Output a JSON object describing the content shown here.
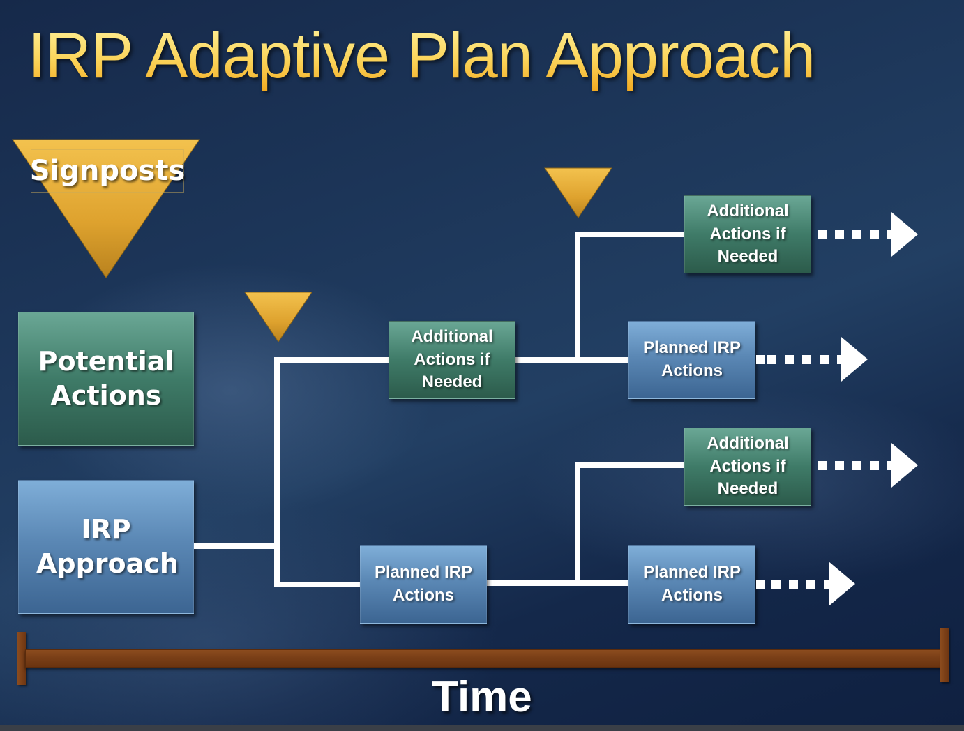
{
  "slide": {
    "title": "IRP Adaptive Plan Approach",
    "colors": {
      "title_gold": "#f7c948",
      "signpost_gold": "#e0a830",
      "green_box": "#3f7b68",
      "blue_box": "#5b88b5",
      "timeline_brown": "#7a3f17",
      "background": "#1c3558"
    }
  },
  "legend": {
    "signposts_label": "Signposts",
    "potential_actions_label": "Potential Actions",
    "irp_approach_label": "IRP Approach"
  },
  "nodes": {
    "additional_mid": "Additional Actions if Needed",
    "planned_mid": "Planned IRP Actions",
    "additional_top": "Additional Actions if Needed",
    "planned_upper": "Planned IRP Actions",
    "additional_lower": "Additional Actions if Needed",
    "planned_bottom": "Planned IRP Actions"
  },
  "timeline": {
    "label": "Time"
  }
}
